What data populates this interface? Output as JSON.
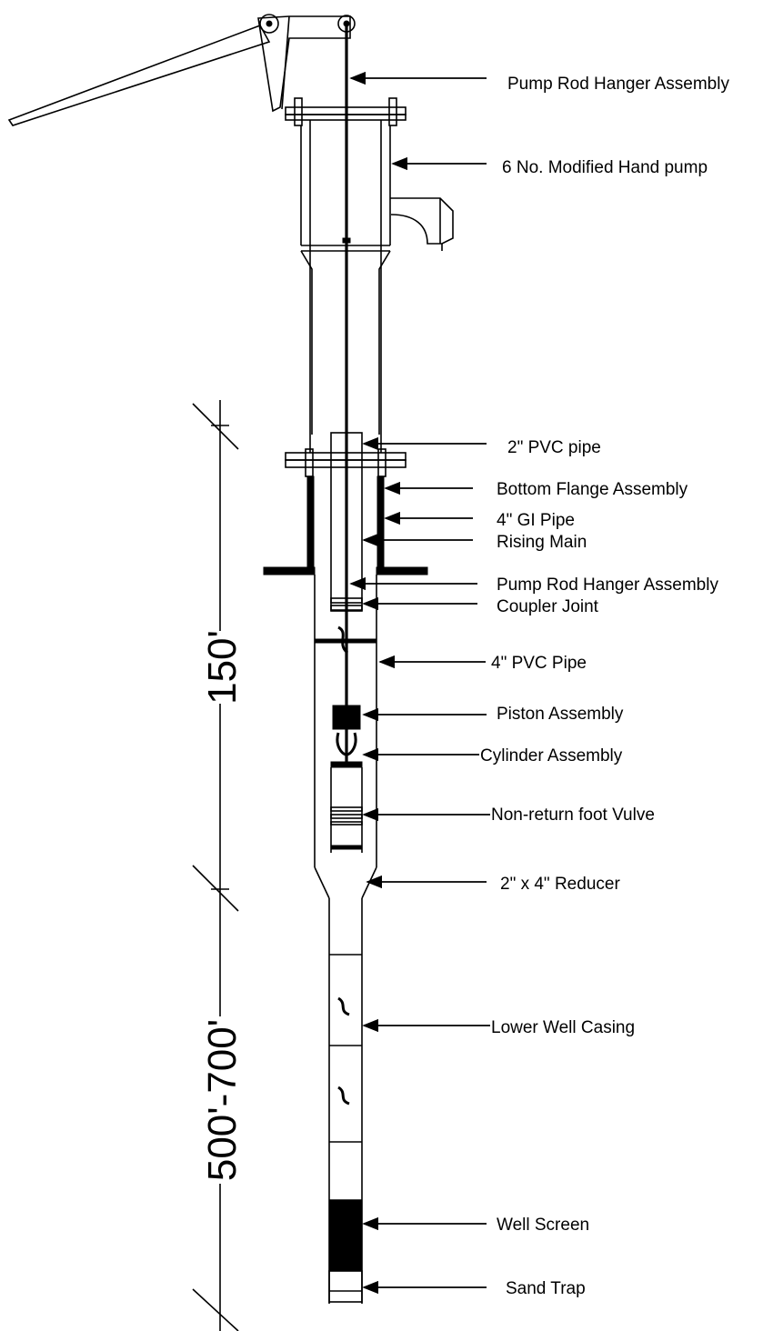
{
  "labels": {
    "pump_rod_hanger_top": "Pump Rod Hanger Assembly",
    "hand_pump": "6 No. Modified Hand pump",
    "pvc_2in": "2\" PVC pipe",
    "bottom_flange": "Bottom Flange Assembly",
    "gi_pipe": "4\" GI Pipe",
    "rising_main": "Rising Main",
    "pump_rod_hanger_lower": "Pump Rod Hanger Assembly",
    "coupler_joint": "Coupler Joint",
    "pvc_4in": "4\" PVC Pipe",
    "piston": "Piston Assembly",
    "cylinder": "Cylinder Assembly",
    "foot_valve": "Non-return foot Vulve",
    "reducer": "2\" x 4\" Reducer",
    "lower_casing": "Lower Well Casing",
    "well_screen": "Well Screen",
    "sand_trap": "Sand Trap"
  },
  "dimensions": {
    "upper": "150'",
    "lower": "500'-700'"
  },
  "colors": {
    "ink": "#000000",
    "background": "#ffffff"
  }
}
